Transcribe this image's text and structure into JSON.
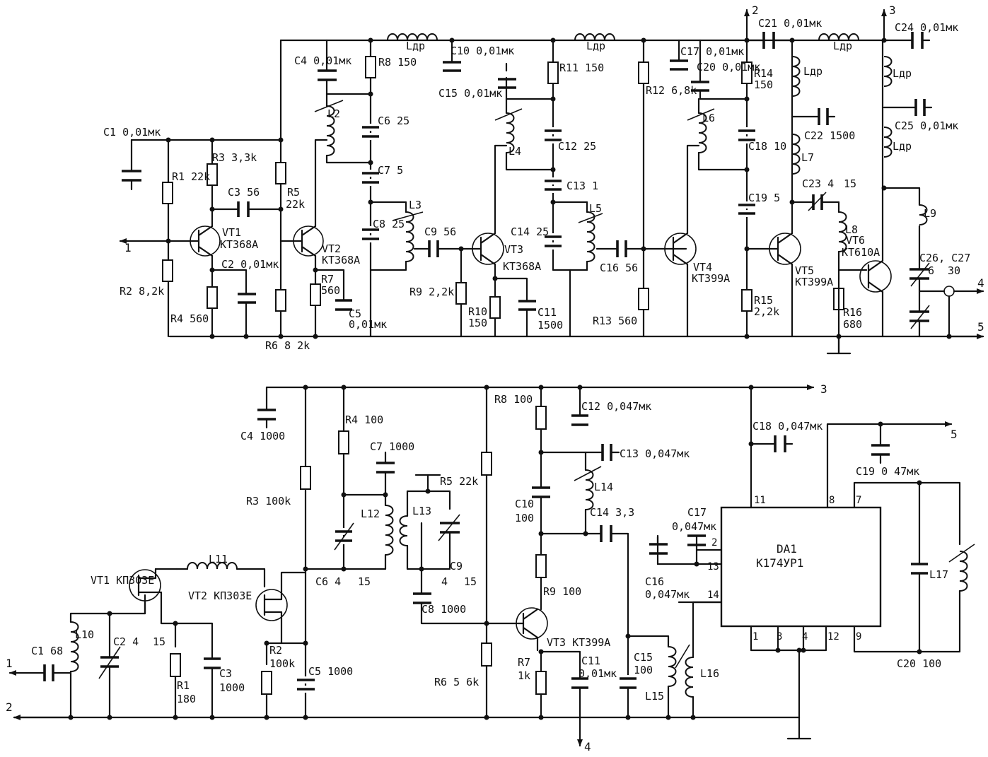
{
  "top": {
    "labels": {
      "C1": "C1 0,01мк",
      "R1": "R1 22k",
      "R2": "R2 8,2k",
      "R3": "R3 3,3k",
      "R4": "R4 560",
      "C2": "C2 0,01мк",
      "C3": "C3 56",
      "R5": "R5",
      "R5v": "22k",
      "R6": "R6 8 2k",
      "VT1": "VT1",
      "VT1t": "КТ368А",
      "VT2": "VT2",
      "VT2t": "КТ368А",
      "R7": "R7",
      "R7v": "560",
      "C5": "C5",
      "C5v": "0,01мк",
      "C4": "C4 0,01мк",
      "L2": "L2",
      "Ldr": "Lдр",
      "R8": "R8 150",
      "C6": "C6 25",
      "C7": "C7 5",
      "C8": "C8 25",
      "L3": "L3",
      "C9": "C9 56",
      "C10": "C10 0,01мк",
      "VT3": "VT3",
      "VT3t": "КТ368А",
      "R9": "R9 2,2k",
      "R10": "R10",
      "R10v": "150",
      "C11": "C11",
      "C11v": "1500",
      "C15": "C15 0,01мк",
      "L4": "L4",
      "R11": "R11 150",
      "C12": "C12 25",
      "C13": "C13 1",
      "C14": "C14 25",
      "L5": "L5",
      "C16": "C16 56",
      "R12": "R12 6,8k",
      "R13": "R13 560",
      "C17": "C17 0,01мк",
      "C20": "C20 0,01мк",
      "L6": "L6",
      "VT4": "VT4",
      "VT4t": "КТ399А",
      "R14": "R14",
      "R14v": "150",
      "C18": "C18 10",
      "C19": "C19 5",
      "R15": "R15",
      "R15v": "2,2k",
      "C21": "C21 0,01мк",
      "C22": "C22 1500",
      "L7": "L7",
      "C23": "C23 4",
      "C23v": "15",
      "L8": "L8",
      "VT5": "VT5",
      "VT5t": "КТ399А",
      "R16": "R16",
      "R16v": "680",
      "VT6": "VT6",
      "VT6t": "КТ610А",
      "C24": "C24 0,01мк",
      "C25": "C25 0,01мк",
      "L9": "L9",
      "C26": "C26, C27",
      "C26v": "6",
      "C27v": "30",
      "p1": "1",
      "p2": "2",
      "p3": "3",
      "p4": "4",
      "p5": "5"
    }
  },
  "bottom": {
    "labels": {
      "C1": "C1 68",
      "L10": "L10",
      "C2": "C2 4",
      "C2v": "15",
      "VT1": "VT1 КП303Е",
      "VT2": "VT2 КП303Е",
      "L11": "L11",
      "R1": "R1",
      "R1v": "180",
      "C3": "C3",
      "C3v": "1000",
      "R2": "R2",
      "R2v": "100k",
      "C5": "C5 1000",
      "R3": "R3 100k",
      "C4": "C4 1000",
      "R4": "R4 100",
      "C7": "C7 1000",
      "L12": "L12",
      "C6": "C6 4",
      "C6v": "15",
      "R5": "R5 22k",
      "L13": "L13",
      "C9": "C9",
      "C9a": "4",
      "C9b": "15",
      "C8": "C8 1000",
      "R6": "R6 5 6k",
      "R8": "R8 100",
      "C12": "C12 0,047мк",
      "C13": "C13 0,047мк",
      "L14": "L14",
      "C10": "C10",
      "C10v": "100",
      "C14": "C14 3,3",
      "R9": "R9 100",
      "VT3": "VT3 КТ399А",
      "R7": "R7",
      "R7v": "1k",
      "C11": "C11",
      "C11v": "0,01мк",
      "C15": "C15",
      "C15v": "100",
      "L15": "L15",
      "L16": "L16",
      "C18": "C18 0,047мк",
      "C17": "C17",
      "C17v": "0,047мк",
      "C16": "C16",
      "C16v": "0,047мк",
      "DA1": "DA1",
      "DA1t": "К174УР1",
      "C19": "C19 0 47мк",
      "L17": "L17",
      "C20": "C20 100",
      "pin11": "11",
      "pin8": "8",
      "pin7": "7",
      "pin2": "2",
      "pin13": "13",
      "pin14": "14",
      "pin1": "1",
      "pin3": "3",
      "pin4": "4",
      "pin12": "12",
      "pin9": "9",
      "p1": "1",
      "p2": "2",
      "p3": "3",
      "p4": "4",
      "p5": "5"
    }
  }
}
